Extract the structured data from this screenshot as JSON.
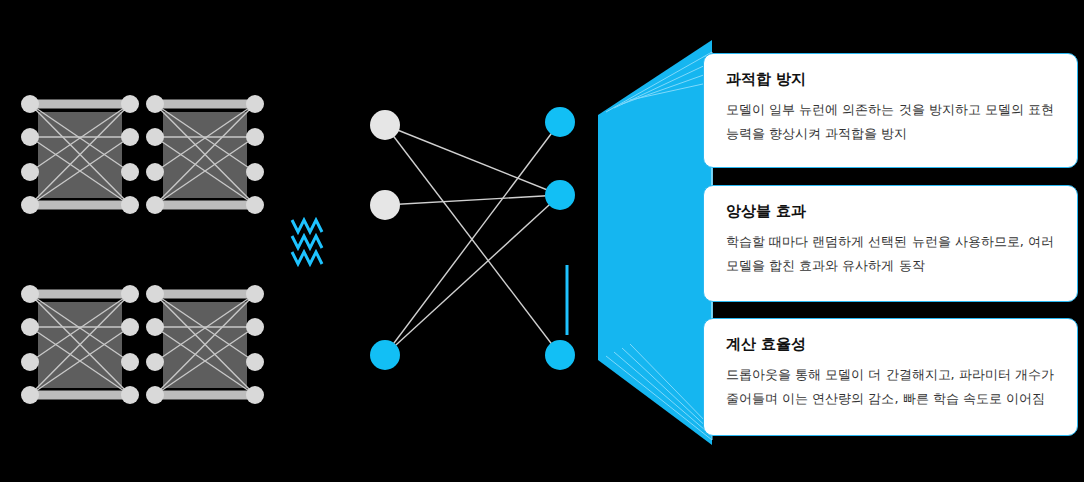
{
  "diagram": {
    "nodes": [
      {
        "text": [
          "과적합 방지",
          "모델이 일부 뉴런에 의존하는 것을 방지하고 모델의 표현 능력을 향상시켜 과적합을 방지"
        ]
      },
      {
        "text": [
          "앙상블 효과",
          "학습할 때마다 랜덤하게 선택된 뉴런을 사용하므로, 여러 모델을 합친 효과와 유사하게 동작"
        ]
      },
      {
        "text": [
          "계산 효율성",
          "드롭아웃을 통해 모델이 더 간결해지고, 파라미터 개수가 줄어들며 이는 연산량의 감소, 빠른 학습 속도로 이어짐"
        ]
      }
    ]
  }
}
